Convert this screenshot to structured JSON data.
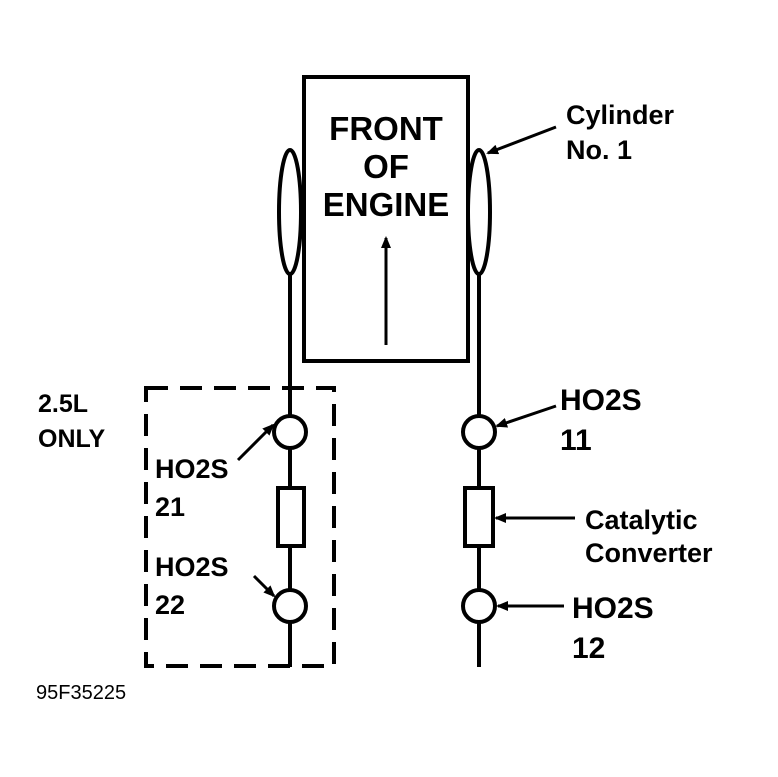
{
  "engine": {
    "line1": "FRONT",
    "line2": "OF",
    "line3": "ENGINE"
  },
  "cylinder_label": {
    "line1": "Cylinder",
    "line2": "No. 1"
  },
  "option_box": {
    "line1": "2.5L",
    "line2": "ONLY"
  },
  "sensors": {
    "s21": {
      "line1": "HO2S",
      "line2": "21"
    },
    "s22": {
      "line1": "HO2S",
      "line2": "22"
    },
    "s11": {
      "line1": "HO2S",
      "line2": "11"
    },
    "s12": {
      "line1": "HO2S",
      "line2": "12"
    }
  },
  "catalytic_label": {
    "line1": "Catalytic",
    "line2": "Converter"
  },
  "figure_code": "95F35225"
}
